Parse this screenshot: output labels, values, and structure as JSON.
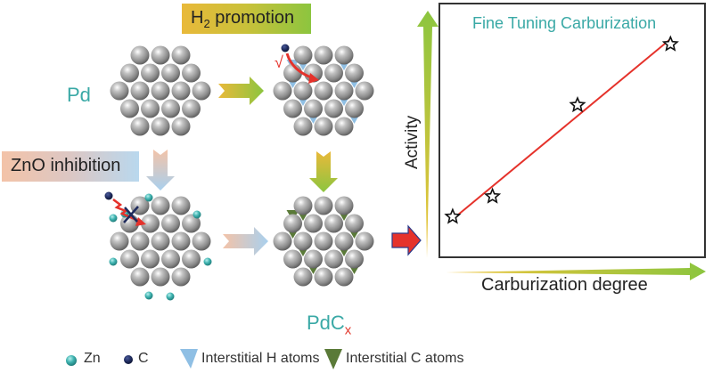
{
  "labels": {
    "h2_promotion": {
      "main": "H",
      "sub": "2",
      "rest": " promotion"
    },
    "zno_inhibition": "ZnO inhibition",
    "pd": "Pd",
    "pdcx": {
      "main": "PdC",
      "sub": "x"
    },
    "check_mark": "√"
  },
  "colors": {
    "pd_atom": "#9a9a9a",
    "zn_atom": "#3fb3b0",
    "c_atom": "#1e2a5c",
    "interstitial_h": "#8fbfe4",
    "interstitial_c": "#5a7a38",
    "teal_text": "#3aa9a6",
    "red_line": "#e5322b",
    "green": "#8cc53f",
    "yellow": "#e9b93a"
  },
  "legend": [
    {
      "icon": "zn-atom-icon",
      "label": "Zn"
    },
    {
      "icon": "c-atom-icon",
      "label": "C"
    },
    {
      "icon": "interstitial-h-icon",
      "label": "Interstitial H atoms"
    },
    {
      "icon": "interstitial-c-icon",
      "label": "Interstitial C atoms"
    }
  ],
  "chart_data": {
    "type": "scatter",
    "title": "Fine Tuning Carburization",
    "xlabel": "Carburization degree",
    "ylabel": "Activity",
    "marker": "star",
    "fit_line": true,
    "xlim": [
      0,
      1
    ],
    "ylim": [
      0,
      1
    ],
    "grid": false,
    "points": [
      {
        "x": 0.05,
        "y": 0.16
      },
      {
        "x": 0.2,
        "y": 0.24
      },
      {
        "x": 0.52,
        "y": 0.6
      },
      {
        "x": 0.87,
        "y": 0.84
      }
    ],
    "fit": {
      "x": [
        0.05,
        0.87
      ],
      "y": [
        0.15,
        0.86
      ]
    }
  }
}
